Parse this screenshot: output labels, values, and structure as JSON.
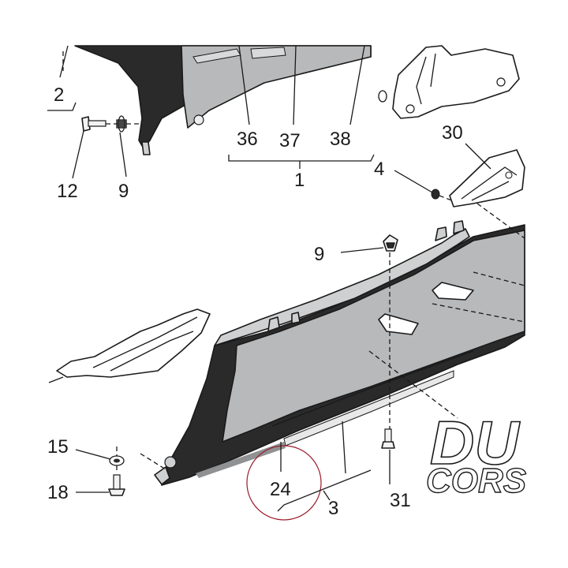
{
  "diagram": {
    "callouts": {
      "c1": "1",
      "c2": "2",
      "c3": "3",
      "c4": "4",
      "c9a": "9",
      "c9b": "9",
      "c12": "12",
      "c15": "15",
      "c18": "18",
      "c24": "24",
      "c30": "30",
      "c31": "31",
      "c36": "36",
      "c37": "37",
      "c38": "38"
    },
    "logo": {
      "line1": "DU",
      "line2": "CORS"
    },
    "colors": {
      "fairing_grey": "#b7b9bb",
      "fairing_dark": "#2a2a2a",
      "outline": "#1a1a1a",
      "highlight_circle": "#9b1b2a"
    }
  }
}
